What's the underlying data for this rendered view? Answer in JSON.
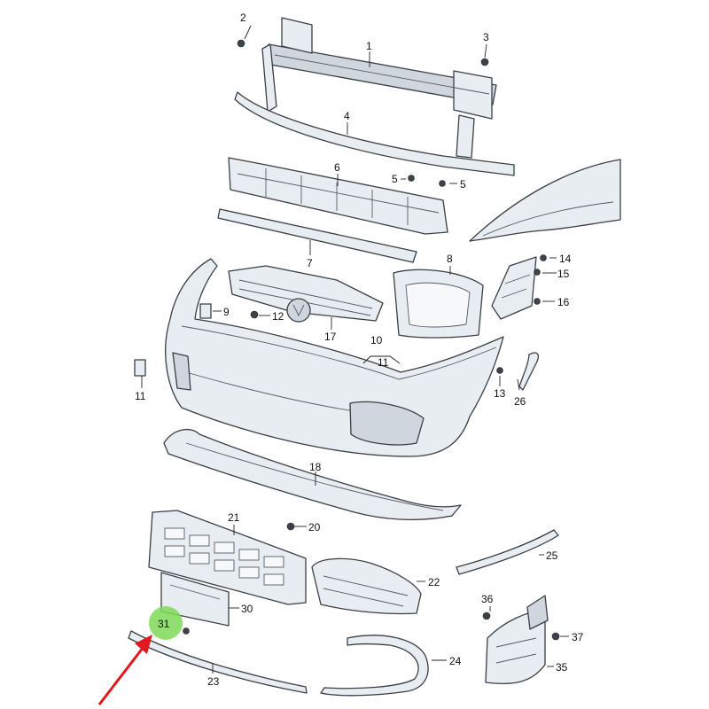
{
  "callouts": [
    {
      "id": "c1",
      "label": "1"
    },
    {
      "id": "c2",
      "label": "2"
    },
    {
      "id": "c3",
      "label": "3"
    },
    {
      "id": "c4",
      "label": "4"
    },
    {
      "id": "c5a",
      "label": "5"
    },
    {
      "id": "c5b",
      "label": "5"
    },
    {
      "id": "c6",
      "label": "6"
    },
    {
      "id": "c7",
      "label": "7"
    },
    {
      "id": "c8",
      "label": "8"
    },
    {
      "id": "c9",
      "label": "9"
    },
    {
      "id": "c10",
      "label": "10"
    },
    {
      "id": "c11a",
      "label": "11"
    },
    {
      "id": "c11b",
      "label": "11"
    },
    {
      "id": "c12",
      "label": "12"
    },
    {
      "id": "c13",
      "label": "13"
    },
    {
      "id": "c14",
      "label": "14"
    },
    {
      "id": "c15",
      "label": "15"
    },
    {
      "id": "c16",
      "label": "16"
    },
    {
      "id": "c17",
      "label": "17"
    },
    {
      "id": "c18",
      "label": "18"
    },
    {
      "id": "c20",
      "label": "20"
    },
    {
      "id": "c21",
      "label": "21"
    },
    {
      "id": "c22",
      "label": "22"
    },
    {
      "id": "c23",
      "label": "23"
    },
    {
      "id": "c24",
      "label": "24"
    },
    {
      "id": "c25",
      "label": "25"
    },
    {
      "id": "c26",
      "label": "26"
    },
    {
      "id": "c30",
      "label": "30"
    },
    {
      "id": "c31",
      "label": "31"
    },
    {
      "id": "c35",
      "label": "35"
    },
    {
      "id": "c36",
      "label": "36"
    },
    {
      "id": "c37",
      "label": "37"
    }
  ],
  "highlight": {
    "color": "#7ed957",
    "target": "31"
  },
  "pointer_arrow_color": "#e0191f"
}
